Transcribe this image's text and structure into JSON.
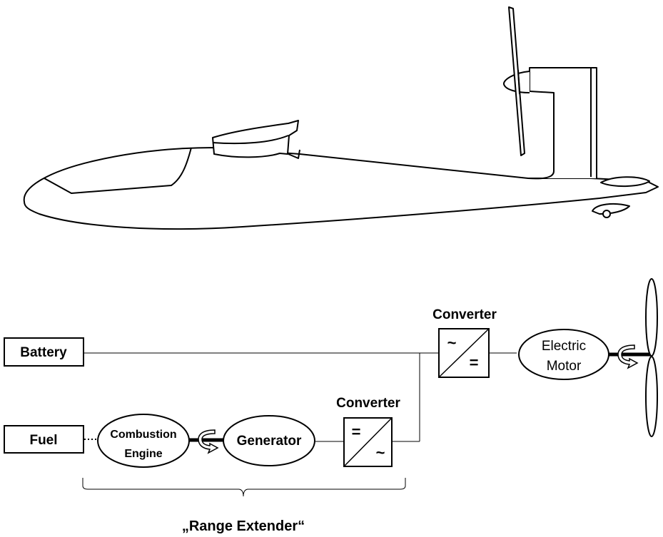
{
  "diagram": {
    "battery_label": "Battery",
    "fuel_label": "Fuel",
    "converter_top_label": "Converter",
    "converter_bottom_label": "Converter",
    "converter_top_symbol_ac": "~",
    "converter_top_symbol_dc": "=",
    "converter_bottom_symbol_dc": "=",
    "converter_bottom_symbol_ac": "~",
    "motor_line1": "Electric",
    "motor_line2": "Motor",
    "engine_line1": "Combustion",
    "engine_line2": "Engine",
    "generator_label": "Generator",
    "range_extender_label": "„Range Extender“"
  },
  "colors": {
    "stroke": "#000000",
    "background": "#ffffff"
  },
  "illustration": {
    "subject": "motor-glider-side-view",
    "icons": [
      "propeller-icon",
      "rotation-arrow-icon"
    ]
  }
}
